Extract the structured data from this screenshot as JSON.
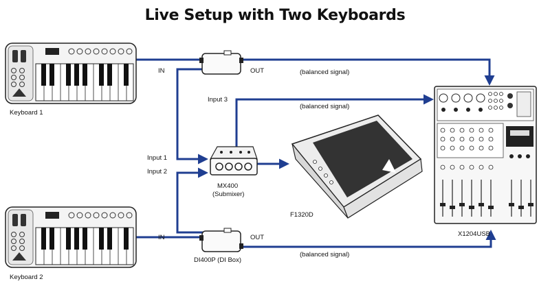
{
  "title": "Live Setup with Two Keyboards",
  "labels": {
    "keyboard1": "Keyboard 1",
    "keyboard2": "Keyboard 2",
    "in_top": "IN",
    "out_top": "OUT",
    "in_bottom": "IN",
    "out_bottom": "OUT",
    "balanced_top": "(balanced signal)",
    "balanced_mid": "(balanced signal)",
    "balanced_bottom": "(balanced signal)",
    "input1": "Input 1",
    "input2": "Input 2",
    "input3": "Input 3",
    "submixer_line1": "MX400",
    "submixer_line2": "(Submixer)",
    "monitor": "F1320D",
    "mixer": "X1204USB",
    "dibox": "DI400P (DI Box)"
  },
  "colors": {
    "cable": "#1f3e91",
    "device_stroke": "#222222",
    "monitor_fill": "#333333"
  }
}
